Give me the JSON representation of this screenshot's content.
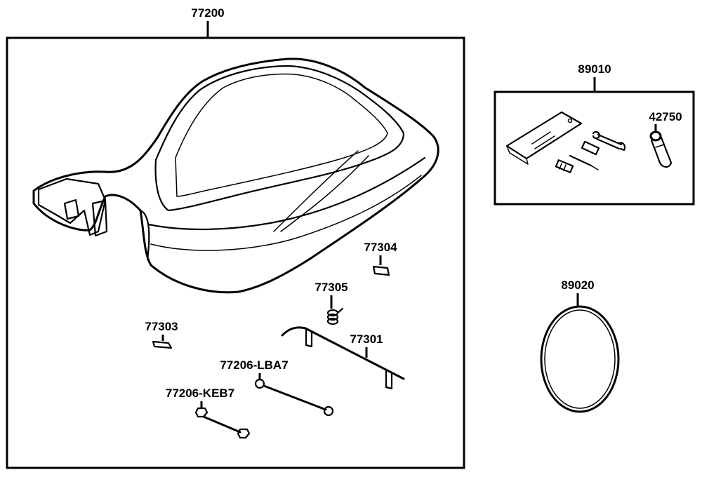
{
  "diagram": {
    "labels": {
      "seat_assembly": "77200",
      "tool_kit": "89010",
      "tool_42750": "42750",
      "ring": "89020",
      "part_77304": "77304",
      "part_77305": "77305",
      "part_77303": "77303",
      "part_77301": "77301",
      "part_lba7": "77206-LBA7",
      "part_keb7": "77206-KEB7"
    }
  }
}
